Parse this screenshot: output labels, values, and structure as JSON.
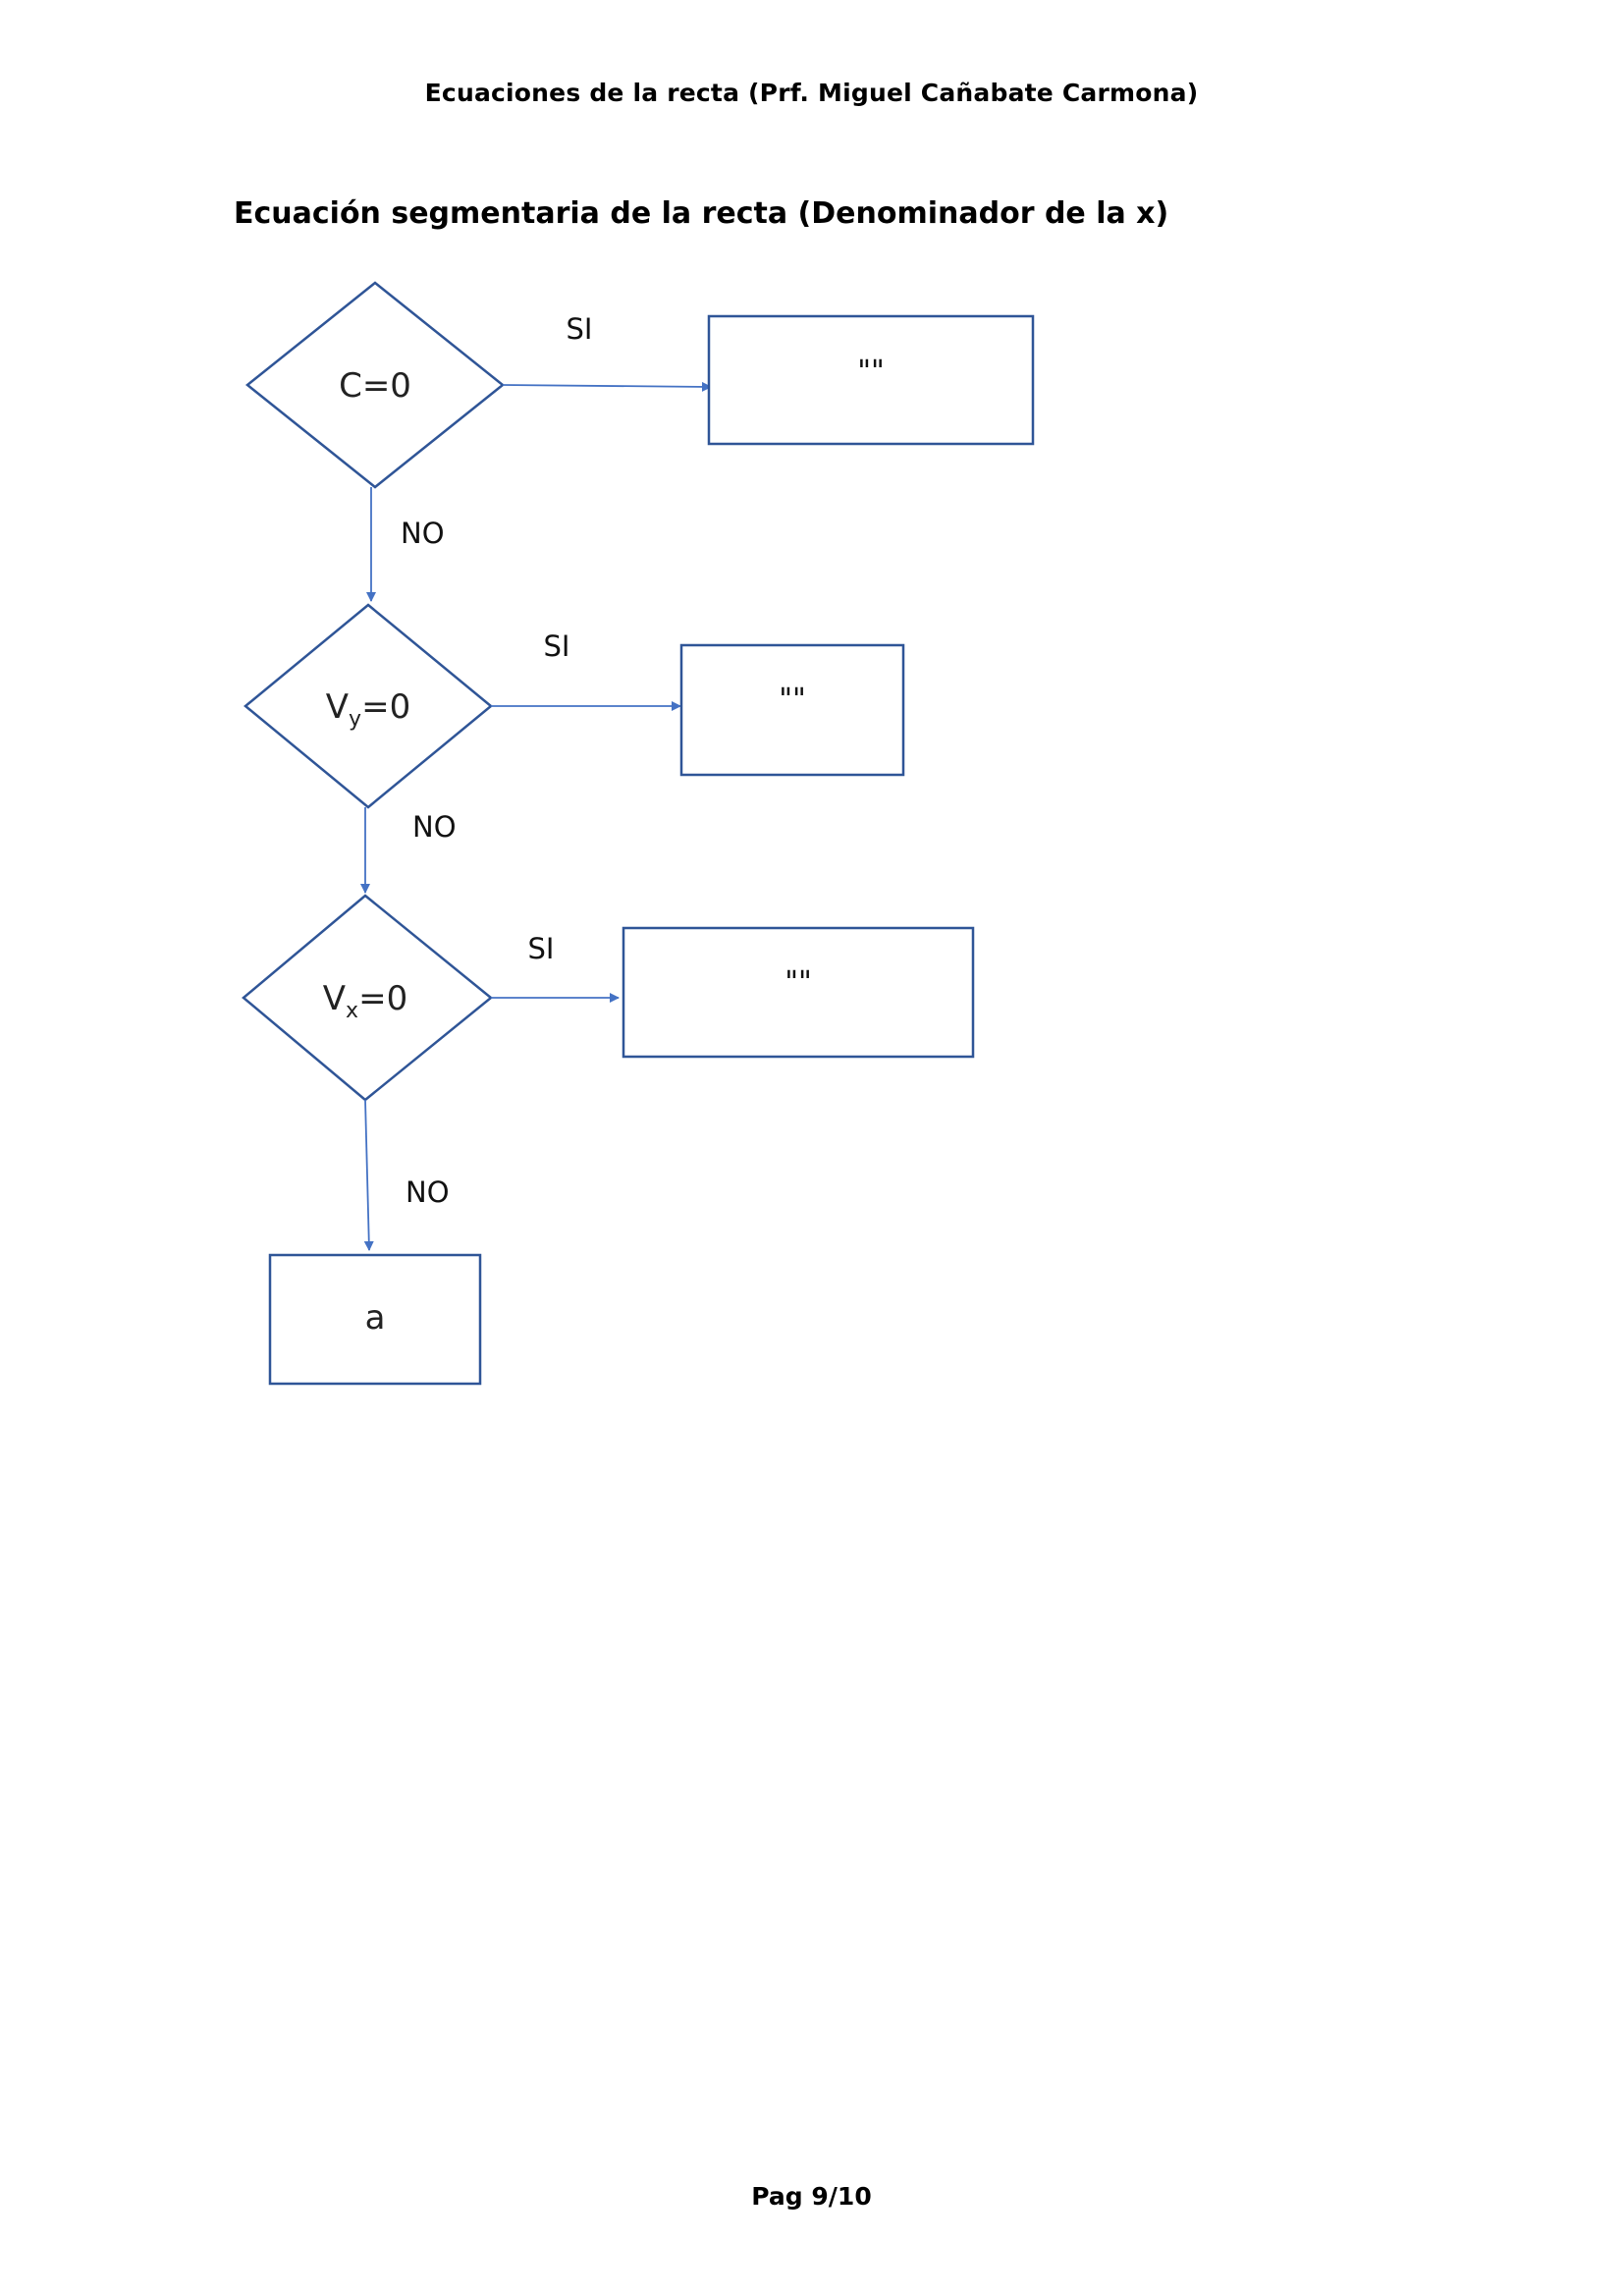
{
  "header": {
    "title": "Ecuaciones de la recta (Prf. Miguel Cañabate Carmona)"
  },
  "section": {
    "title": "Ecuación segmentaria de la recta (Denominador de la x)"
  },
  "footer": {
    "page": "Pag 9/10"
  },
  "flowchart": {
    "decisions": [
      {
        "main": "C",
        "sub": "",
        "rest": "=0"
      },
      {
        "main": "V",
        "sub": "y",
        "rest": "=0"
      },
      {
        "main": "V",
        "sub": "x",
        "rest": "=0"
      }
    ],
    "result_boxes": [
      "\"\"",
      "\"\"",
      "\"\""
    ],
    "final_box": "a",
    "yes_label": "SI",
    "no_label": "NO",
    "colors": {
      "shape_stroke": "#2f5597",
      "arrow": "#4472c4"
    }
  }
}
